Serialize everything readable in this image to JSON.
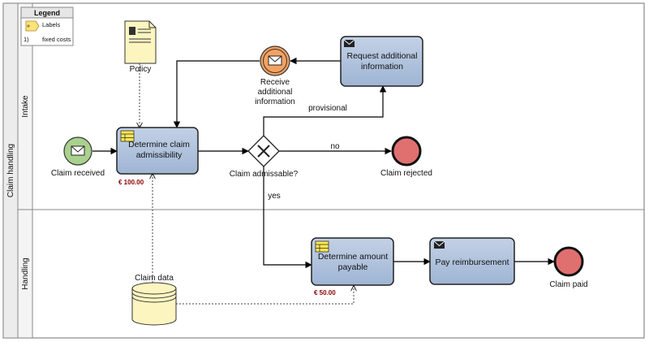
{
  "pool": {
    "label": "Claim handling"
  },
  "lanes": [
    {
      "label": "Intake"
    },
    {
      "label": "Handling"
    }
  ],
  "legend": {
    "title": "Legend",
    "row1": "Labels",
    "row2_num": "1)",
    "row2_text": "fixed costs"
  },
  "nodes": {
    "policy": {
      "label": "Policy"
    },
    "claim_received": {
      "label": "Claim received"
    },
    "determine_admissibility": {
      "line1": "Determine claim",
      "line2": "admissibility",
      "cost": "€ 100.00"
    },
    "receive_info": {
      "line1": "Receive",
      "line2": "additional",
      "line3": "information"
    },
    "request_info": {
      "line1": "Request additional",
      "line2": "information"
    },
    "gateway": {
      "label": "Claim admissable?"
    },
    "claim_rejected": {
      "label": "Claim rejected"
    },
    "determine_amount": {
      "line1": "Determine amount",
      "line2": "payable",
      "cost": "€ 50.00"
    },
    "pay_reimbursement": {
      "label": "Pay reimbursement"
    },
    "claim_paid": {
      "label": "Claim paid"
    },
    "claim_data": {
      "label": "Claim data"
    }
  },
  "flows": {
    "provisional": "provisional",
    "no": "no",
    "yes": "yes"
  },
  "colors": {
    "task_fill": "#a9bdd9",
    "start_fill": "#a9d18e",
    "end_fill": "#e07070",
    "intermediate_fill": "#f4a261",
    "data_fill": "#fdf5c0",
    "lane_border": "#888888"
  }
}
